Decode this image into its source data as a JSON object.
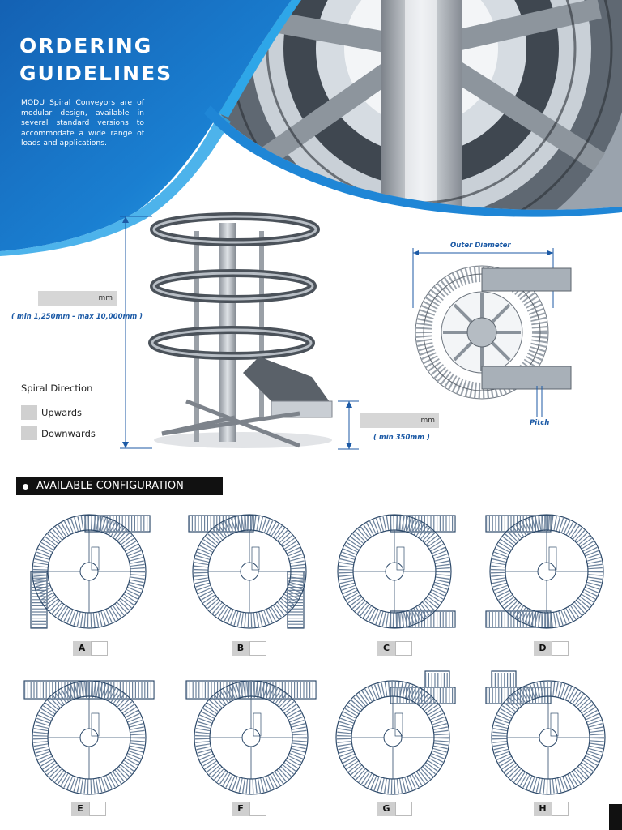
{
  "header": {
    "title_line1": "ORDERING",
    "title_line2": "GUIDELINES",
    "intro": "MODU Spiral Conveyors are of modular design, available in several standard versions to accommodate a wide range of loads and applications."
  },
  "height_field": {
    "unit": "mm",
    "note": "( min 1,250mm - max 10,000mm )"
  },
  "infeed_field": {
    "unit": "mm",
    "note": "( min 350mm )"
  },
  "spiral_direction": {
    "title": "Spiral Direction",
    "options": [
      "Upwards",
      "Downwards"
    ]
  },
  "diagram_labels": {
    "outer_diameter": "Outer Diameter",
    "pitch": "Pitch"
  },
  "section": {
    "title": "AVAILABLE CONFIGURATION"
  },
  "configurations": [
    {
      "label": "A"
    },
    {
      "label": "B"
    },
    {
      "label": "C"
    },
    {
      "label": "D"
    },
    {
      "label": "E"
    },
    {
      "label": "F"
    },
    {
      "label": "G"
    },
    {
      "label": "H"
    }
  ],
  "colors": {
    "brand_blue": "#1a73c6",
    "light_blue": "#2ea6e8",
    "diagram_navy": "#2f4b6b"
  }
}
